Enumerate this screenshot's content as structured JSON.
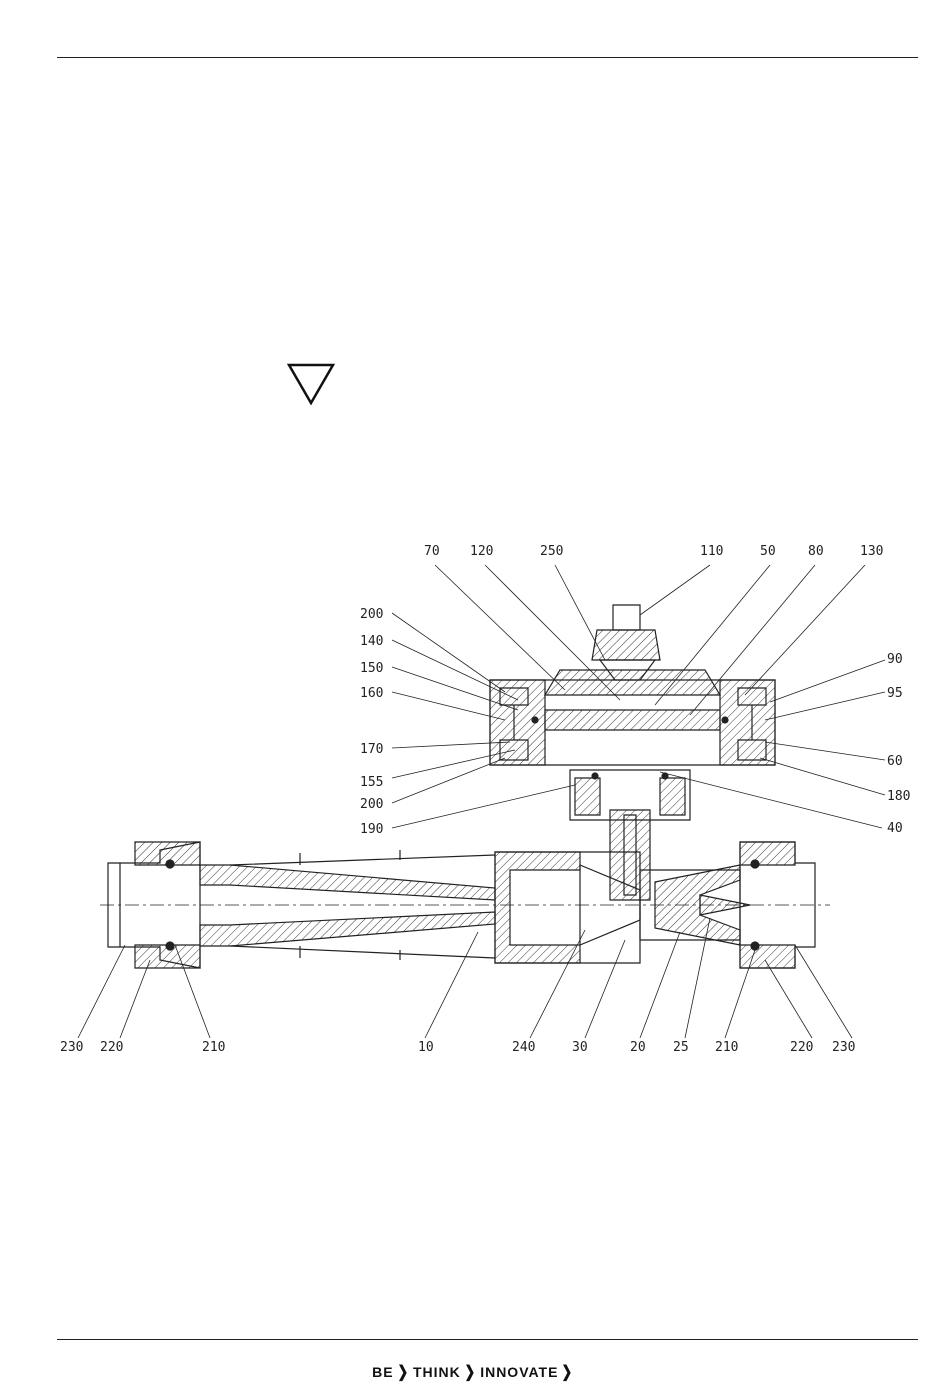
{
  "drawing": {
    "labels_top": [
      "70",
      "120",
      "250",
      "110",
      "50",
      "80",
      "130"
    ],
    "labels_left": [
      "200",
      "140",
      "150",
      "160",
      "170",
      "155",
      "200",
      "190"
    ],
    "labels_right": [
      "90",
      "95",
      "60",
      "180",
      "40"
    ],
    "labels_bottom": [
      "230",
      "220",
      "210",
      "10",
      "240",
      "30",
      "20",
      "25",
      "210",
      "220",
      "230"
    ]
  },
  "footer": {
    "words": [
      "BE",
      "THINK",
      "INNOVATE"
    ],
    "chevron": "❯"
  },
  "icons": {
    "warning": "warning-triangle-icon"
  }
}
